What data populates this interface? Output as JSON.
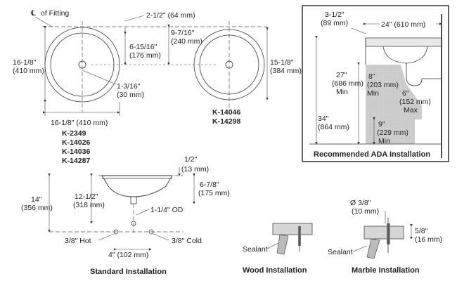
{
  "top_view": {
    "centerline_symbol": "℄",
    "centerline_label": "of Fitting",
    "dim_offset": "2-1/2\" (64 mm)",
    "dim_depth_a": [
      "6-15/16\"",
      "(176 mm)"
    ],
    "dim_depth_b": [
      "9-7/16\"",
      "(240 mm)"
    ],
    "left_bowl_height": [
      "16-1/8\"",
      "(410 mm)"
    ],
    "left_bowl_width": "16-1/8\" (410 mm)",
    "drain_offset": [
      "1-3/16\"",
      "(30 mm)"
    ],
    "right_bowl_height": [
      "15-1/8\"",
      "(384 mm)"
    ],
    "left_models": [
      "K-2349",
      "K-14026",
      "K-14036",
      "K-14287"
    ],
    "right_models": [
      "K-14046",
      "K-14298"
    ]
  },
  "ada": {
    "top_width_in": "3-1/2\"",
    "top_width_mm": "(89 mm)",
    "depth": "24\" (610 mm)",
    "knee_height": [
      "27\"",
      "(686 mm)",
      "Min"
    ],
    "knee_depth": [
      "8\"",
      "(203 mm)",
      "Min"
    ],
    "toe_clear": [
      "6\"",
      "(152 mm)",
      "Max"
    ],
    "total_height": [
      "34\"",
      "(864 mm)"
    ],
    "toe_height": [
      "9\"",
      "(229 mm)",
      "Min"
    ],
    "title": "Recommended ADA Installation"
  },
  "standard": {
    "rim": [
      "1/2\"",
      "(13 mm)"
    ],
    "bowl_depth": [
      "6-7/8\"",
      "(175 mm)"
    ],
    "floor_height": [
      "14\"",
      "(356 mm)"
    ],
    "bowl_height": [
      "12-1/2\"",
      "(318 mm)"
    ],
    "drain_od": "1-1/4\" OD",
    "hot": "3/8\" Hot",
    "cold": "3/8\" Cold",
    "spacing": "4\" (102 mm)",
    "title": "Standard Installation"
  },
  "wood": {
    "sealant": "Sealant",
    "title": "Wood Installation"
  },
  "marble": {
    "hole": [
      "Ø 3/8\"",
      "(10 mm)"
    ],
    "thickness": [
      "5/8\"",
      "(16 mm)"
    ],
    "sealant": "Sealant",
    "title": "Marble Installation"
  }
}
